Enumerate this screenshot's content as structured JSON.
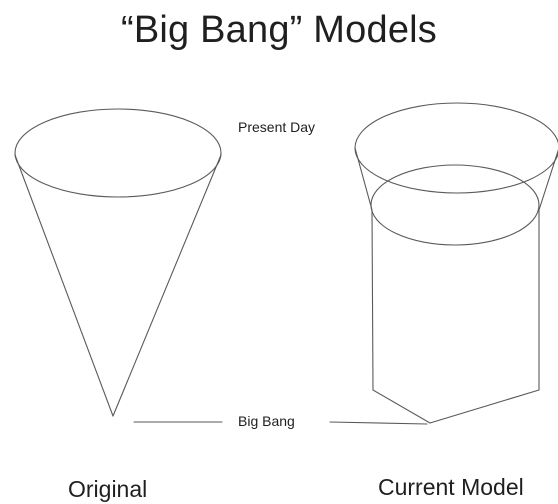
{
  "title": "“Big Bang” Models",
  "labels": {
    "present_day": "Present Day",
    "big_bang": "Big Bang"
  },
  "captions": {
    "original": "Original",
    "current_model": "Current Model"
  },
  "colors": {
    "line": "#5a5a5a",
    "text": "#1f1f1f",
    "background": "#ffffff"
  }
}
